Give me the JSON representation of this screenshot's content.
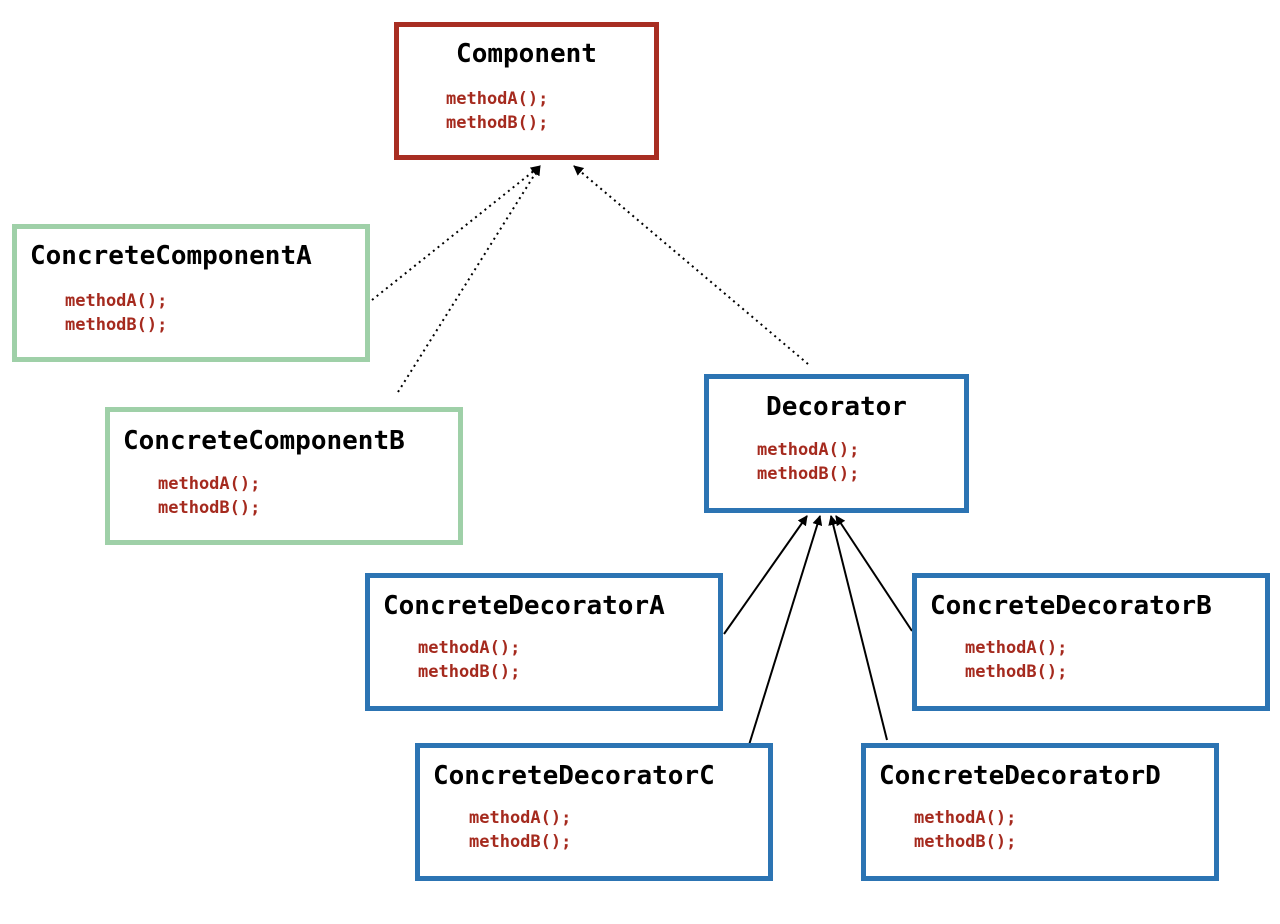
{
  "colors": {
    "component_border": "#a82e22",
    "concrete_component_border": "#9fd0a8",
    "decorator_border": "#2c74b3",
    "method_text": "#a52a1e"
  },
  "nodes": {
    "component": {
      "name": "Component",
      "methods": [
        "methodA();",
        "methodB();"
      ]
    },
    "concrete_component_a": {
      "name": "ConcreteComponentA",
      "methods": [
        "methodA();",
        "methodB();"
      ]
    },
    "concrete_component_b": {
      "name": "ConcreteComponentB",
      "methods": [
        "methodA();",
        "methodB();"
      ]
    },
    "decorator": {
      "name": "Decorator",
      "methods": [
        "methodA();",
        "methodB();"
      ]
    },
    "concrete_decorator_a": {
      "name": "ConcreteDecoratorA",
      "methods": [
        "methodA();",
        "methodB();"
      ]
    },
    "concrete_decorator_b": {
      "name": "ConcreteDecoratorB",
      "methods": [
        "methodA();",
        "methodB();"
      ]
    },
    "concrete_decorator_c": {
      "name": "ConcreteDecoratorC",
      "methods": [
        "methodA();",
        "methodB();"
      ]
    },
    "concrete_decorator_d": {
      "name": "ConcreteDecoratorD",
      "methods": [
        "methodA();",
        "methodB();"
      ]
    }
  },
  "edges": [
    {
      "from": "concrete_component_a",
      "to": "component",
      "style": "dotted"
    },
    {
      "from": "concrete_component_b",
      "to": "component",
      "style": "dotted"
    },
    {
      "from": "decorator",
      "to": "component",
      "style": "dotted"
    },
    {
      "from": "concrete_decorator_a",
      "to": "decorator",
      "style": "solid"
    },
    {
      "from": "concrete_decorator_b",
      "to": "decorator",
      "style": "solid"
    },
    {
      "from": "concrete_decorator_c",
      "to": "decorator",
      "style": "solid"
    },
    {
      "from": "concrete_decorator_d",
      "to": "decorator",
      "style": "solid"
    }
  ]
}
